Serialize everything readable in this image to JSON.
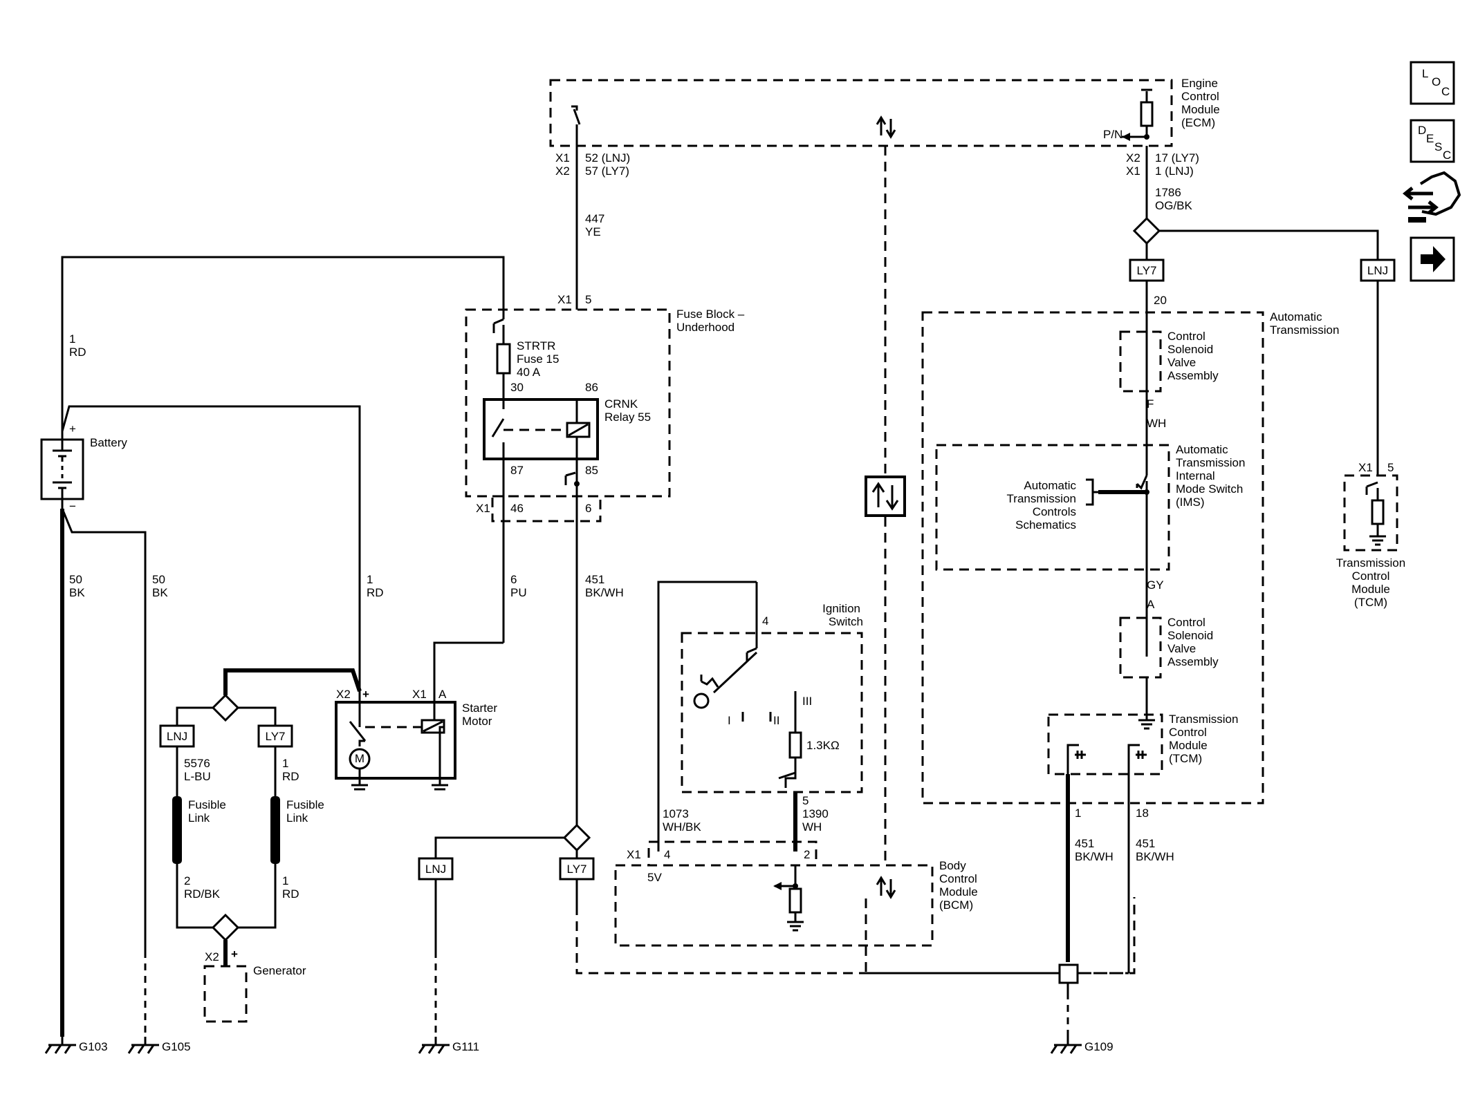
{
  "labels": {
    "ecm": [
      "Engine",
      "Control",
      "Module",
      "(ECM)"
    ],
    "ecm_pn": "P/N",
    "ecm_x1": "X1",
    "ecm_x2": "X2",
    "ecm_pin_52": "52 (LNJ)",
    "ecm_pin_57": "57 (LY7)",
    "ecm_r_x2": "X2",
    "ecm_r_x1": "X1",
    "ecm_pin_17": "17 (LY7)",
    "ecm_pin_1": "1 (LNJ)",
    "wire_447": [
      "447",
      "YE"
    ],
    "wire_1786": [
      "1786",
      "OG/BK"
    ],
    "conn_ly7_top": "LY7",
    "conn_lnj_top": "LNJ",
    "fuse_x1": "X1",
    "fuse_pin5": "5",
    "fuse_block": [
      "Fuse Block –",
      "Underhood"
    ],
    "strtr_fuse": [
      "STRTR",
      "Fuse 15",
      "40 A"
    ],
    "pin_30": "30",
    "pin_86": "86",
    "pin_87": "87",
    "pin_85": "85",
    "crnk_relay": [
      "CRNK",
      "Relay 55"
    ],
    "fb_x1": "X1",
    "fb_pin46": "46",
    "fb_pin6": "6",
    "wire_1rd_top": [
      "1",
      "RD"
    ],
    "battery": "Battery",
    "batt_plus": "+",
    "batt_minus": "−",
    "wire_50bk_a": [
      "50",
      "BK"
    ],
    "wire_50bk_b": [
      "50",
      "BK"
    ],
    "wire_1rd_mid": [
      "1",
      "RD"
    ],
    "wire_6pu": [
      "6",
      "PU"
    ],
    "wire_451_bkwh": [
      "451",
      "BK/WH"
    ],
    "starter_x2": "X2",
    "starter_plus": "+",
    "starter_x1": "X1",
    "starter_a": "A",
    "starter_motor": [
      "Starter",
      "Motor"
    ],
    "motor_m": "M",
    "conn_lnj_left": "LNJ",
    "conn_ly7_left": "LY7",
    "wire_5576": [
      "5576",
      "L-BU"
    ],
    "wire_1rd_ly7": [
      "1",
      "RD"
    ],
    "fusible_link_a": [
      "Fusible",
      "Link"
    ],
    "fusible_link_b": [
      "Fusible",
      "Link"
    ],
    "wire_2rdbk": [
      "2",
      "RD/BK"
    ],
    "wire_1rd_bot": [
      "1",
      "RD"
    ],
    "gen_x2": "X2",
    "gen_plus": "+",
    "generator": "Generator",
    "conn_lnj_mid": "LNJ",
    "conn_ly7_mid": "LY7",
    "ignition_switch": [
      "Ignition",
      "Switch"
    ],
    "ign_pin4": "4",
    "ign_i": "I",
    "ign_ii": "II",
    "ign_iii": "III",
    "ign_res": "1.3KΩ",
    "ign_pin5": "5",
    "wire_1390": [
      "1390",
      "WH"
    ],
    "wire_1073": [
      "1073",
      "WH/BK"
    ],
    "bcm_x1": "X1",
    "bcm_pin4": "4",
    "bcm_pin2": "2",
    "bcm_5v": "5V",
    "bcm": [
      "Body",
      "Control",
      "Module",
      "(BCM)"
    ],
    "at_pin20": "20",
    "automatic_transmission": [
      "Automatic",
      "Transmission"
    ],
    "csva_1": [
      "Control",
      "Solenoid",
      "Valve",
      "Assembly"
    ],
    "at_f": "F",
    "at_wh": "WH",
    "ims": [
      "Automatic",
      "Transmission",
      "Internal",
      "Mode Switch",
      "(IMS)"
    ],
    "at_controls": [
      "Automatic",
      "Transmission",
      "Controls",
      "Schematics"
    ],
    "at_gy": "GY",
    "at_a": "A",
    "csva_2": [
      "Control",
      "Solenoid",
      "Valve",
      "Assembly"
    ],
    "tcm_inner": [
      "Transmission",
      "Control",
      "Module",
      "(TCM)"
    ],
    "tcm_pin1": "1",
    "tcm_pin18": "18",
    "wire_451_a": [
      "451",
      "BK/WH"
    ],
    "wire_451_b": [
      "451",
      "BK/WH"
    ],
    "tcm_right_x1": "X1",
    "tcm_right_pin5": "5",
    "tcm_right": [
      "Transmission",
      "Control",
      "Module",
      "(TCM)"
    ],
    "g103": "G103",
    "g105": "G105",
    "g111": "G111",
    "g109": "G109"
  },
  "nav": {
    "loc": [
      "L",
      "O",
      "C"
    ],
    "desc": [
      "D",
      "E",
      "S",
      "C"
    ],
    "connector_icon": "connector-icon",
    "next_icon": "arrow-right-icon"
  }
}
